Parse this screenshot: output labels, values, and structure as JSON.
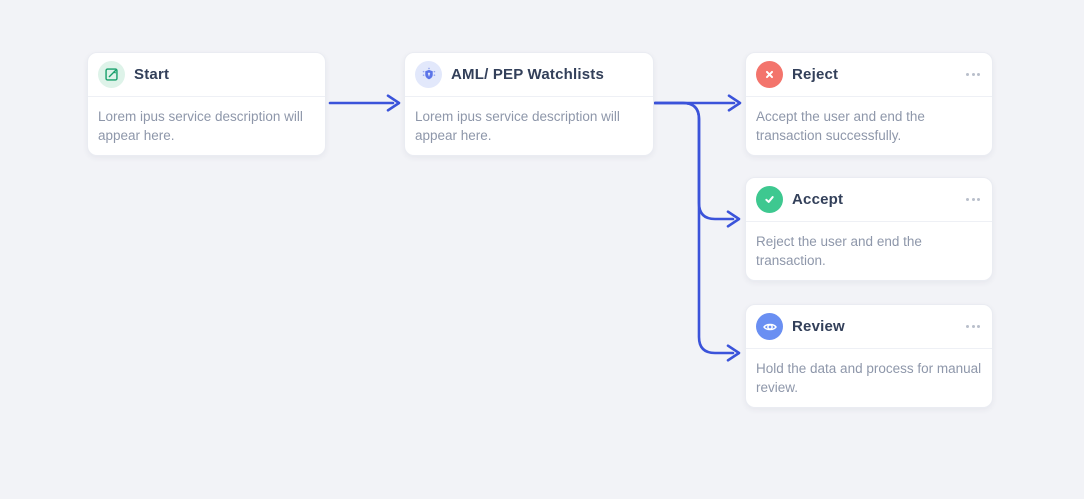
{
  "canvas": {
    "background": "#f2f3f7"
  },
  "colors": {
    "connector": "#3b53da"
  },
  "nodes": [
    {
      "title": "Start",
      "description": "Lorem ipus service description will appear here.",
      "icon": "edit-icon",
      "icon_bg": "#def3e9",
      "icon_color": "#17a06b"
    },
    {
      "title": "AML/ PEP Watchlists",
      "description": "Lorem ipus service description will appear here.",
      "icon": "shield-scan-icon",
      "icon_bg": "#e2e8fb",
      "icon_color": "#5b74e8"
    },
    {
      "title": "Reject",
      "description": "Accept the user and end the transaction successfully.",
      "icon": "x-circle-icon",
      "icon_bg": "#f3746c",
      "icon_color": "#ffffff",
      "has_menu": true
    },
    {
      "title": "Accept",
      "description": "Reject the user and end the transaction.",
      "icon": "check-circle-icon",
      "icon_bg": "#3ec890",
      "icon_color": "#ffffff",
      "has_menu": true
    },
    {
      "title": "Review",
      "description": "Hold the data and process for manual review.",
      "icon": "eye-icon",
      "icon_bg": "#6a8ff2",
      "icon_color": "#ffffff",
      "has_menu": true
    }
  ]
}
